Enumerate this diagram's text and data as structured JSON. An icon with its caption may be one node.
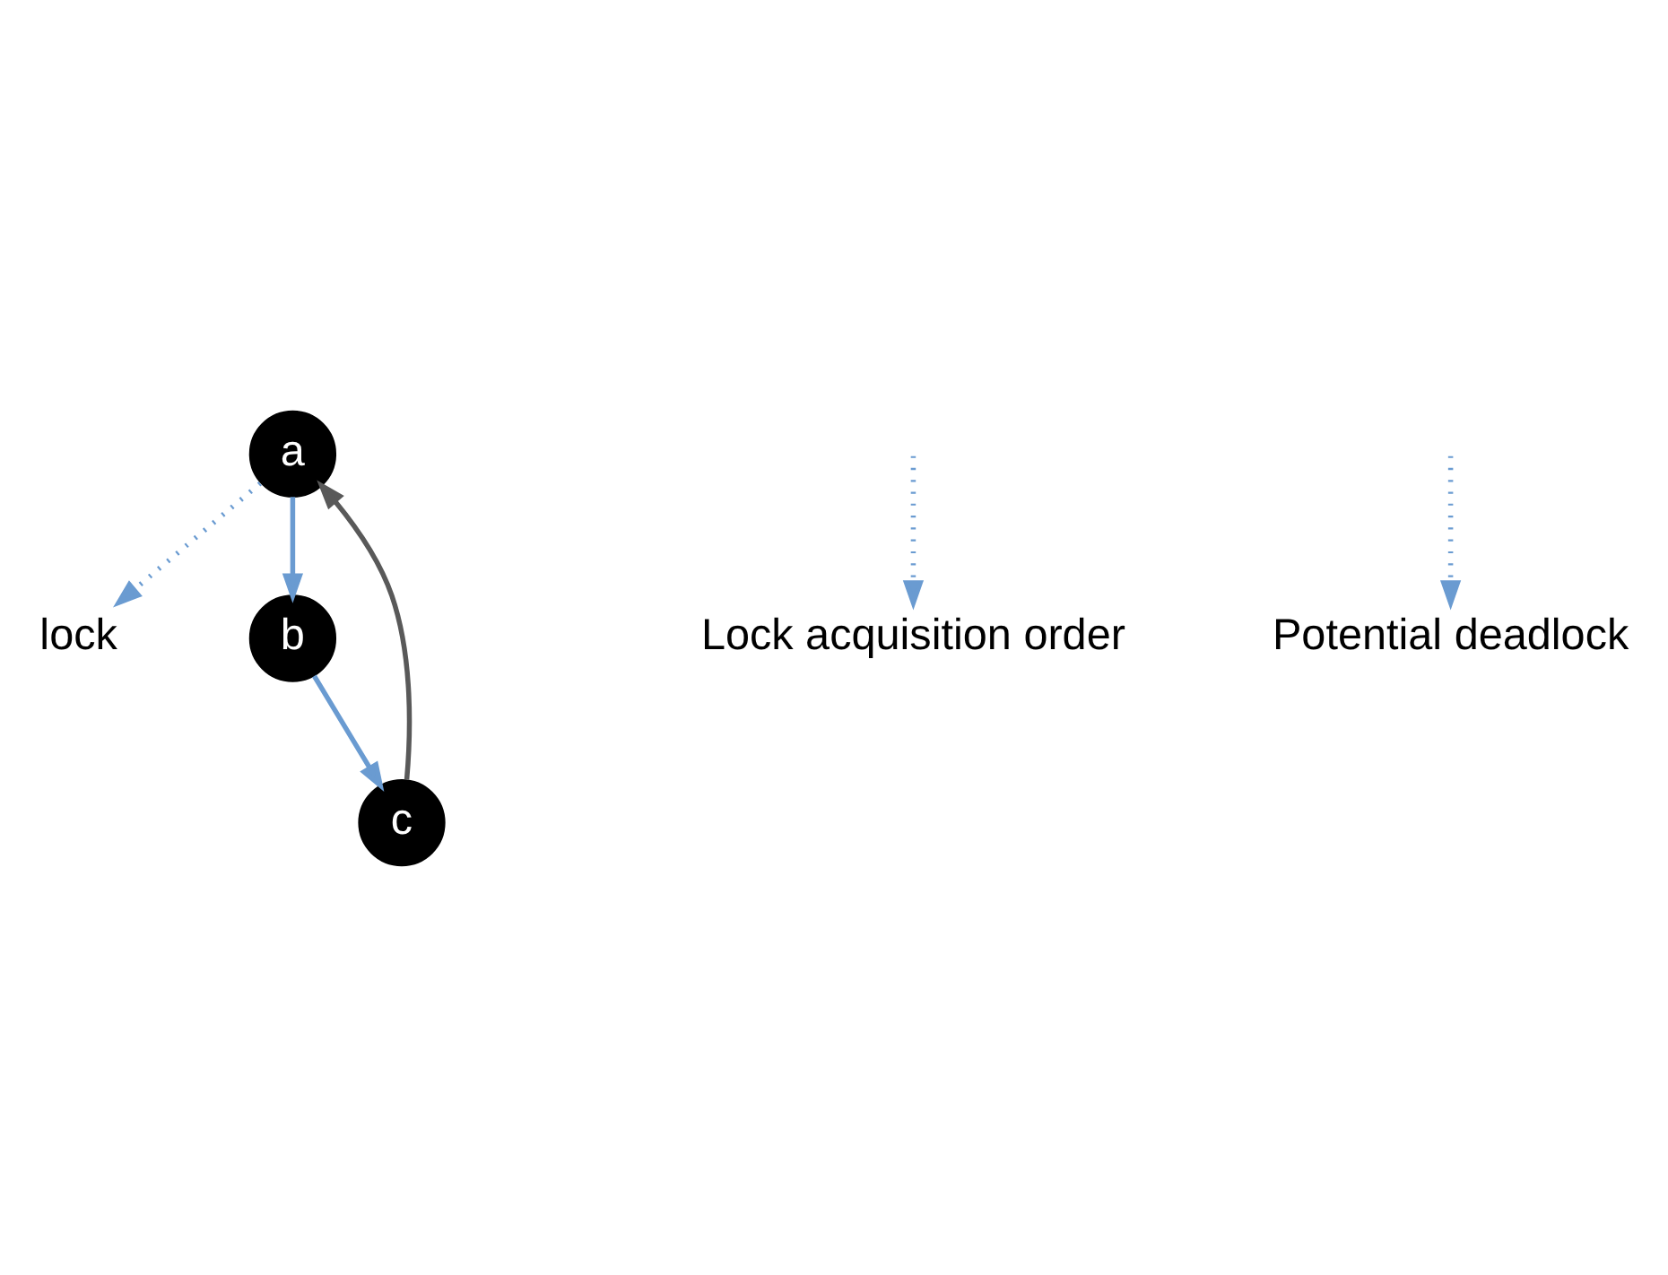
{
  "diagram": {
    "nodes": [
      {
        "text": [
          "lock"
        ]
      },
      {
        "text": [
          "a"
        ]
      },
      {
        "text": [
          "b"
        ]
      },
      {
        "text": [
          "c"
        ]
      },
      {
        "text": [
          "Lock acquisition order"
        ]
      },
      {
        "text": [
          "Potential deadlock"
        ]
      }
    ],
    "edges": [
      {
        "from": 1,
        "to": 2,
        "arrow": "to"
      },
      {
        "from": 2,
        "to": 3,
        "arrow": "to"
      },
      {
        "from": 3,
        "to": 1,
        "arrow": "to",
        "color": "#595959"
      },
      {
        "from": 1,
        "to": 0,
        "arrow": "to",
        "style": "dashed"
      },
      {
        "from": null,
        "to": 4,
        "arrow": "to",
        "style": "dashed"
      },
      {
        "from": null,
        "to": 5,
        "arrow": "to",
        "style": "dashed"
      }
    ]
  }
}
